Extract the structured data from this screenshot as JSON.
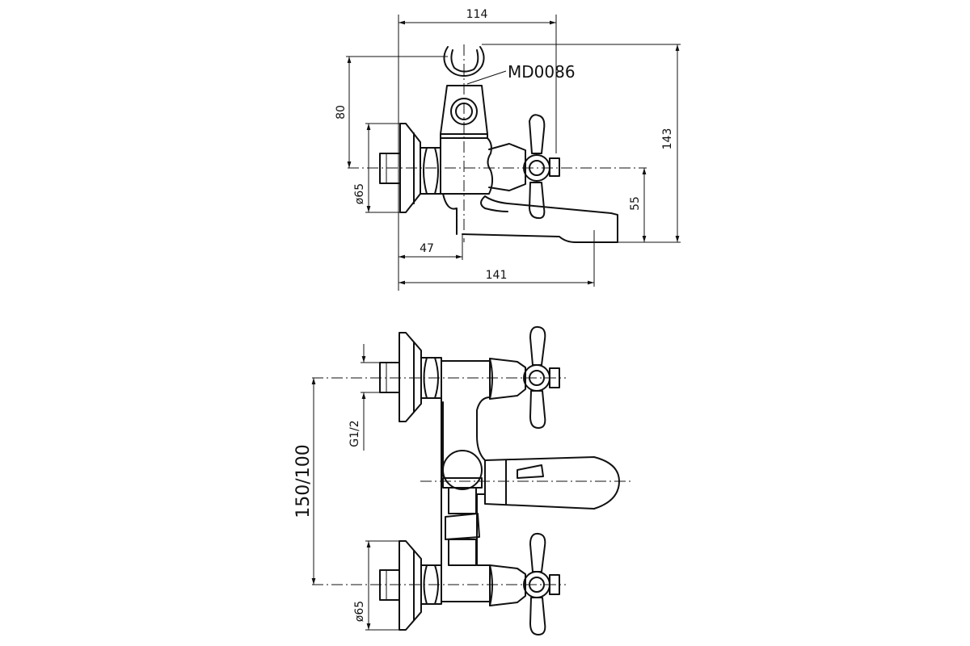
{
  "callout": {
    "part_code": "MD0086"
  },
  "top_view": {
    "dim_width_114": "114",
    "dim_height_80": "80",
    "dim_height_143": "143",
    "dim_height_55": "55",
    "dim_flange_dia": "ø65",
    "dim_offset_47": "47",
    "dim_length_141": "141"
  },
  "front_view": {
    "dim_spacing": "150/100",
    "dim_thread": "G1/2",
    "dim_flange_dia": "ø65"
  }
}
